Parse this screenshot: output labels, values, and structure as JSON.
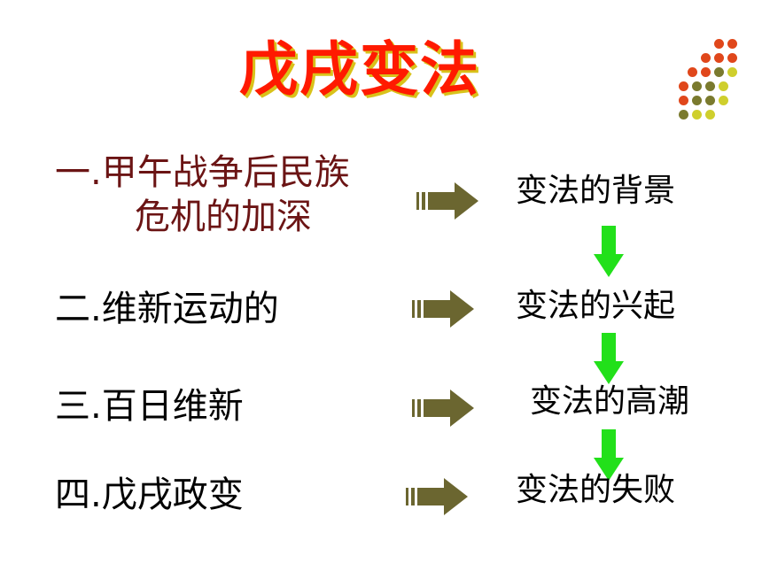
{
  "title": "戊戌变法",
  "colors": {
    "title": "#ff1a00",
    "title_shadow": "#d9c21a",
    "arrow": "#6b6630",
    "down_arrow": "#22e01a",
    "item1": "#6b1414"
  },
  "decoration": "dot-grid",
  "items": [
    {
      "line1": "一.甲午战争后民族",
      "line2": "危机的加深",
      "result": "变法的背景"
    },
    {
      "line1": "二.维新运动的",
      "result": "变法的兴起"
    },
    {
      "line1": "三.百日维新",
      "result": "变法的高潮"
    },
    {
      "line1": "四.戊戌政变",
      "result": "变法的失败"
    }
  ],
  "icons": {
    "right_arrow": "right-arrow-icon",
    "down_arrow": "down-arrow-icon"
  }
}
